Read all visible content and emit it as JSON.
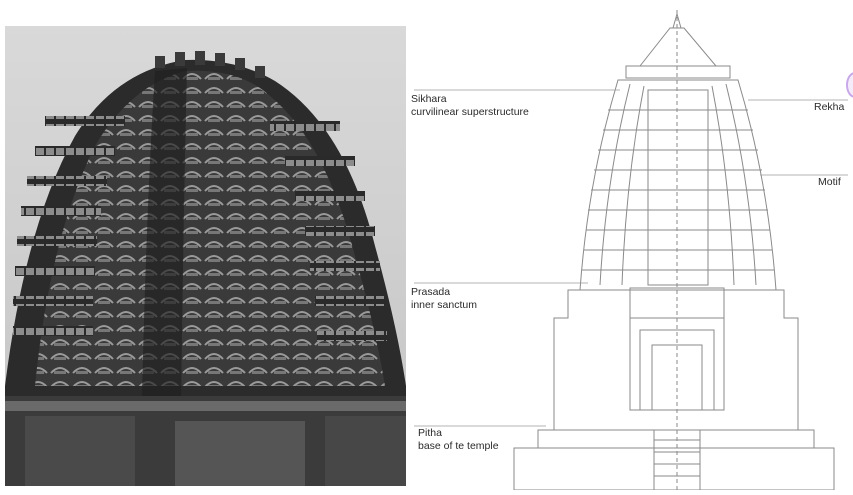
{
  "labels": {
    "sikhara": {
      "title": "Sikhara",
      "subtitle": "curvilinear superstructure"
    },
    "rekha": "Rekha",
    "motif": "Motif",
    "prasada": {
      "title": "Prasada",
      "subtitle": "inner sanctum"
    },
    "pitha": {
      "title": "Pitha",
      "subtitle": "base of te temple"
    }
  },
  "colors": {
    "photo_sky": "#cfcfcf",
    "stone_dark": "#2b2b2b",
    "stone_mid": "#5a5a5a",
    "line": "#8a8a8a",
    "accent": "#c8a8e8"
  }
}
